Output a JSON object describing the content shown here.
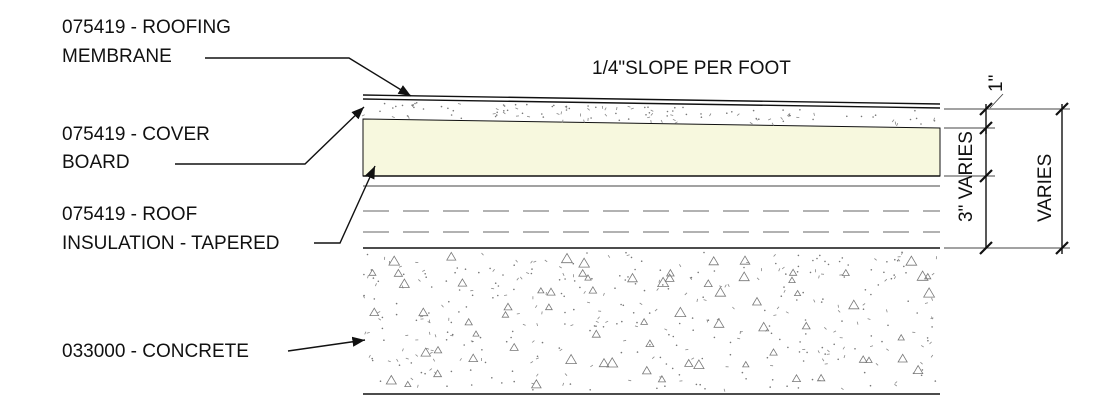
{
  "labels": {
    "membrane_code": "075419 - ROOFING",
    "membrane_name": "MEMBRANE",
    "cover_code": "075419 - COVER",
    "cover_name": "BOARD",
    "insulation_code": "075419 - ROOF",
    "insulation_name": "INSULATION - TAPERED",
    "concrete": "033000 - CONCRETE"
  },
  "slope_note": "1/4\"SLOPE PER FOOT",
  "dimensions": {
    "cover_thickness": "1\"",
    "insulation_min": "3\" VARIES",
    "total": "VARIES"
  },
  "colors": {
    "cover_board_fill": "#f7f8de",
    "line": "#111111"
  }
}
